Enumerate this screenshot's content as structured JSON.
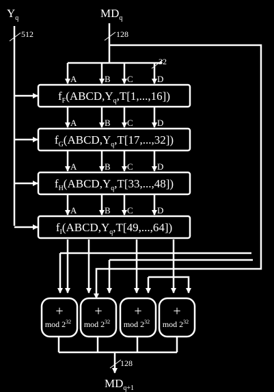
{
  "inputs": {
    "y": {
      "label": "Y",
      "sub": "q"
    },
    "md": {
      "label": "MD",
      "sub": "q"
    },
    "y_width": "512",
    "md_width": "128",
    "word_width": "32"
  },
  "letters": [
    "A",
    "B",
    "C",
    "D"
  ],
  "rounds": [
    {
      "f": "f",
      "f_sub": "F",
      "args_pre": "(ABCD,Y",
      "args_sub": "q",
      "args_post": ",T[1,...,16])"
    },
    {
      "f": "f",
      "f_sub": "G",
      "args_pre": "(ABCD,Y",
      "args_sub": "q",
      "args_post": ",T[17,...,32])"
    },
    {
      "f": "f",
      "f_sub": "H",
      "args_pre": "(ABCD,Y",
      "args_sub": "q",
      "args_post": ",T[33,...,48])"
    },
    {
      "f": "f",
      "f_sub": "I",
      "args_pre": "(ABCD,Y",
      "args_sub": "q",
      "args_post": ",T[49,...,64])"
    }
  ],
  "adders": [
    {
      "plus": "+",
      "mod": "mod 2",
      "exp": "32"
    },
    {
      "plus": "+",
      "mod": "mod 2",
      "exp": "32"
    },
    {
      "plus": "+",
      "mod": "mod 2",
      "exp": "32"
    },
    {
      "plus": "+",
      "mod": "mod 2",
      "exp": "32"
    }
  ],
  "output": {
    "label": "MD",
    "sub": "q+1",
    "width": "128"
  }
}
